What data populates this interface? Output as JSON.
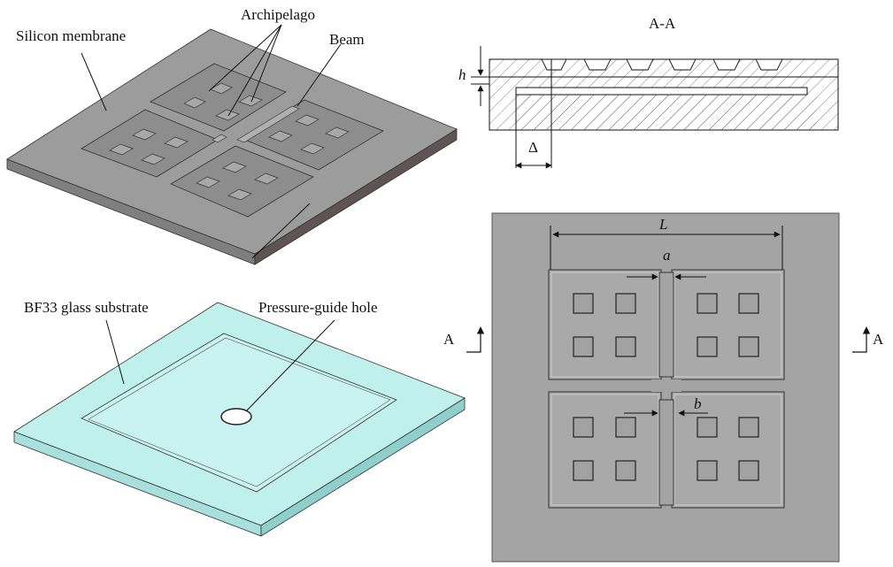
{
  "labels": {
    "silicon_membrane": "Silicon membrane",
    "archipelago": "Archipelago",
    "beam": "Beam",
    "glass_substrate": "BF33 glass substrate",
    "pressure_hole": "Pressure-guide hole",
    "section_title": "A-A",
    "dim_h": "h",
    "dim_delta": "Δ",
    "dim_L": "L",
    "dim_a": "a",
    "dim_b": "b",
    "section_mark_left": "A",
    "section_mark_right": "A"
  },
  "colors": {
    "silicon": "#9c9c9c",
    "silicon_side": "#6e6e6e",
    "glass": "#bff0ec",
    "glass_side": "#9fdedb",
    "topview_bg": "#a4a4a4"
  }
}
